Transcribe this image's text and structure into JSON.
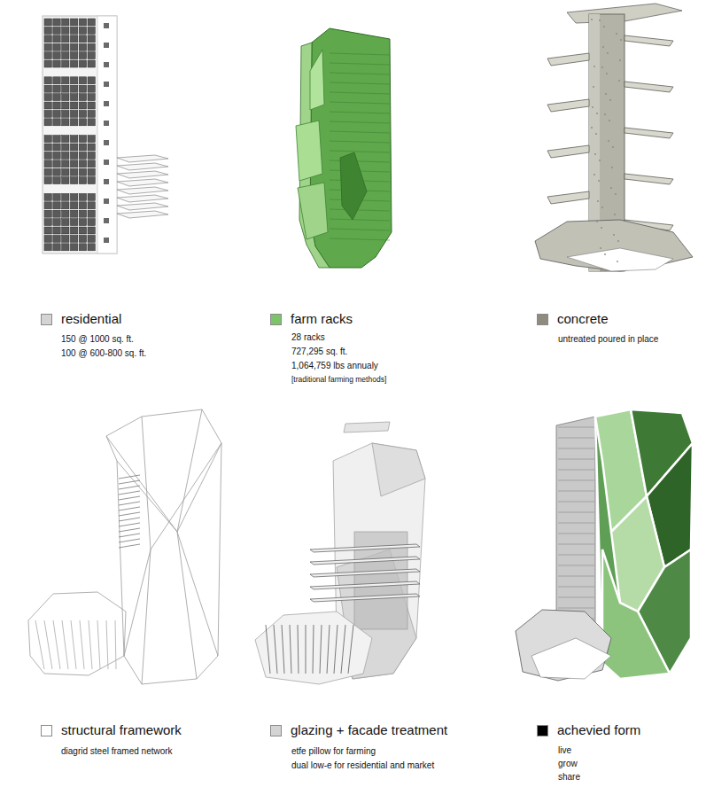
{
  "diagram": {
    "labels": [
      "150 @ 1000 sq. ft.",
      "100 @ 600-800 sq. ft.",
      "28 racks",
      "727,295 sq. ft.",
      "1,064,759 lbs annualy",
      "[traditional farming methods]",
      "untreated poured in place",
      "diagrid steel framed network",
      "etfe pillow for farming",
      "dual low-e for residential and market",
      "live",
      "grow",
      "share"
    ],
    "legend": [
      {
        "text": "residential",
        "color": "#d4d4d4"
      },
      {
        "text": "farm racks",
        "color": "#7dc36b"
      },
      {
        "text": "concrete",
        "color": "#8f8b7f"
      },
      {
        "text": "structural framework",
        "color": "#ffffff"
      },
      {
        "text": "glazing + facade treatment",
        "color": "#d4d4d4"
      },
      {
        "text": "achevied form",
        "color": "#000000"
      }
    ]
  }
}
